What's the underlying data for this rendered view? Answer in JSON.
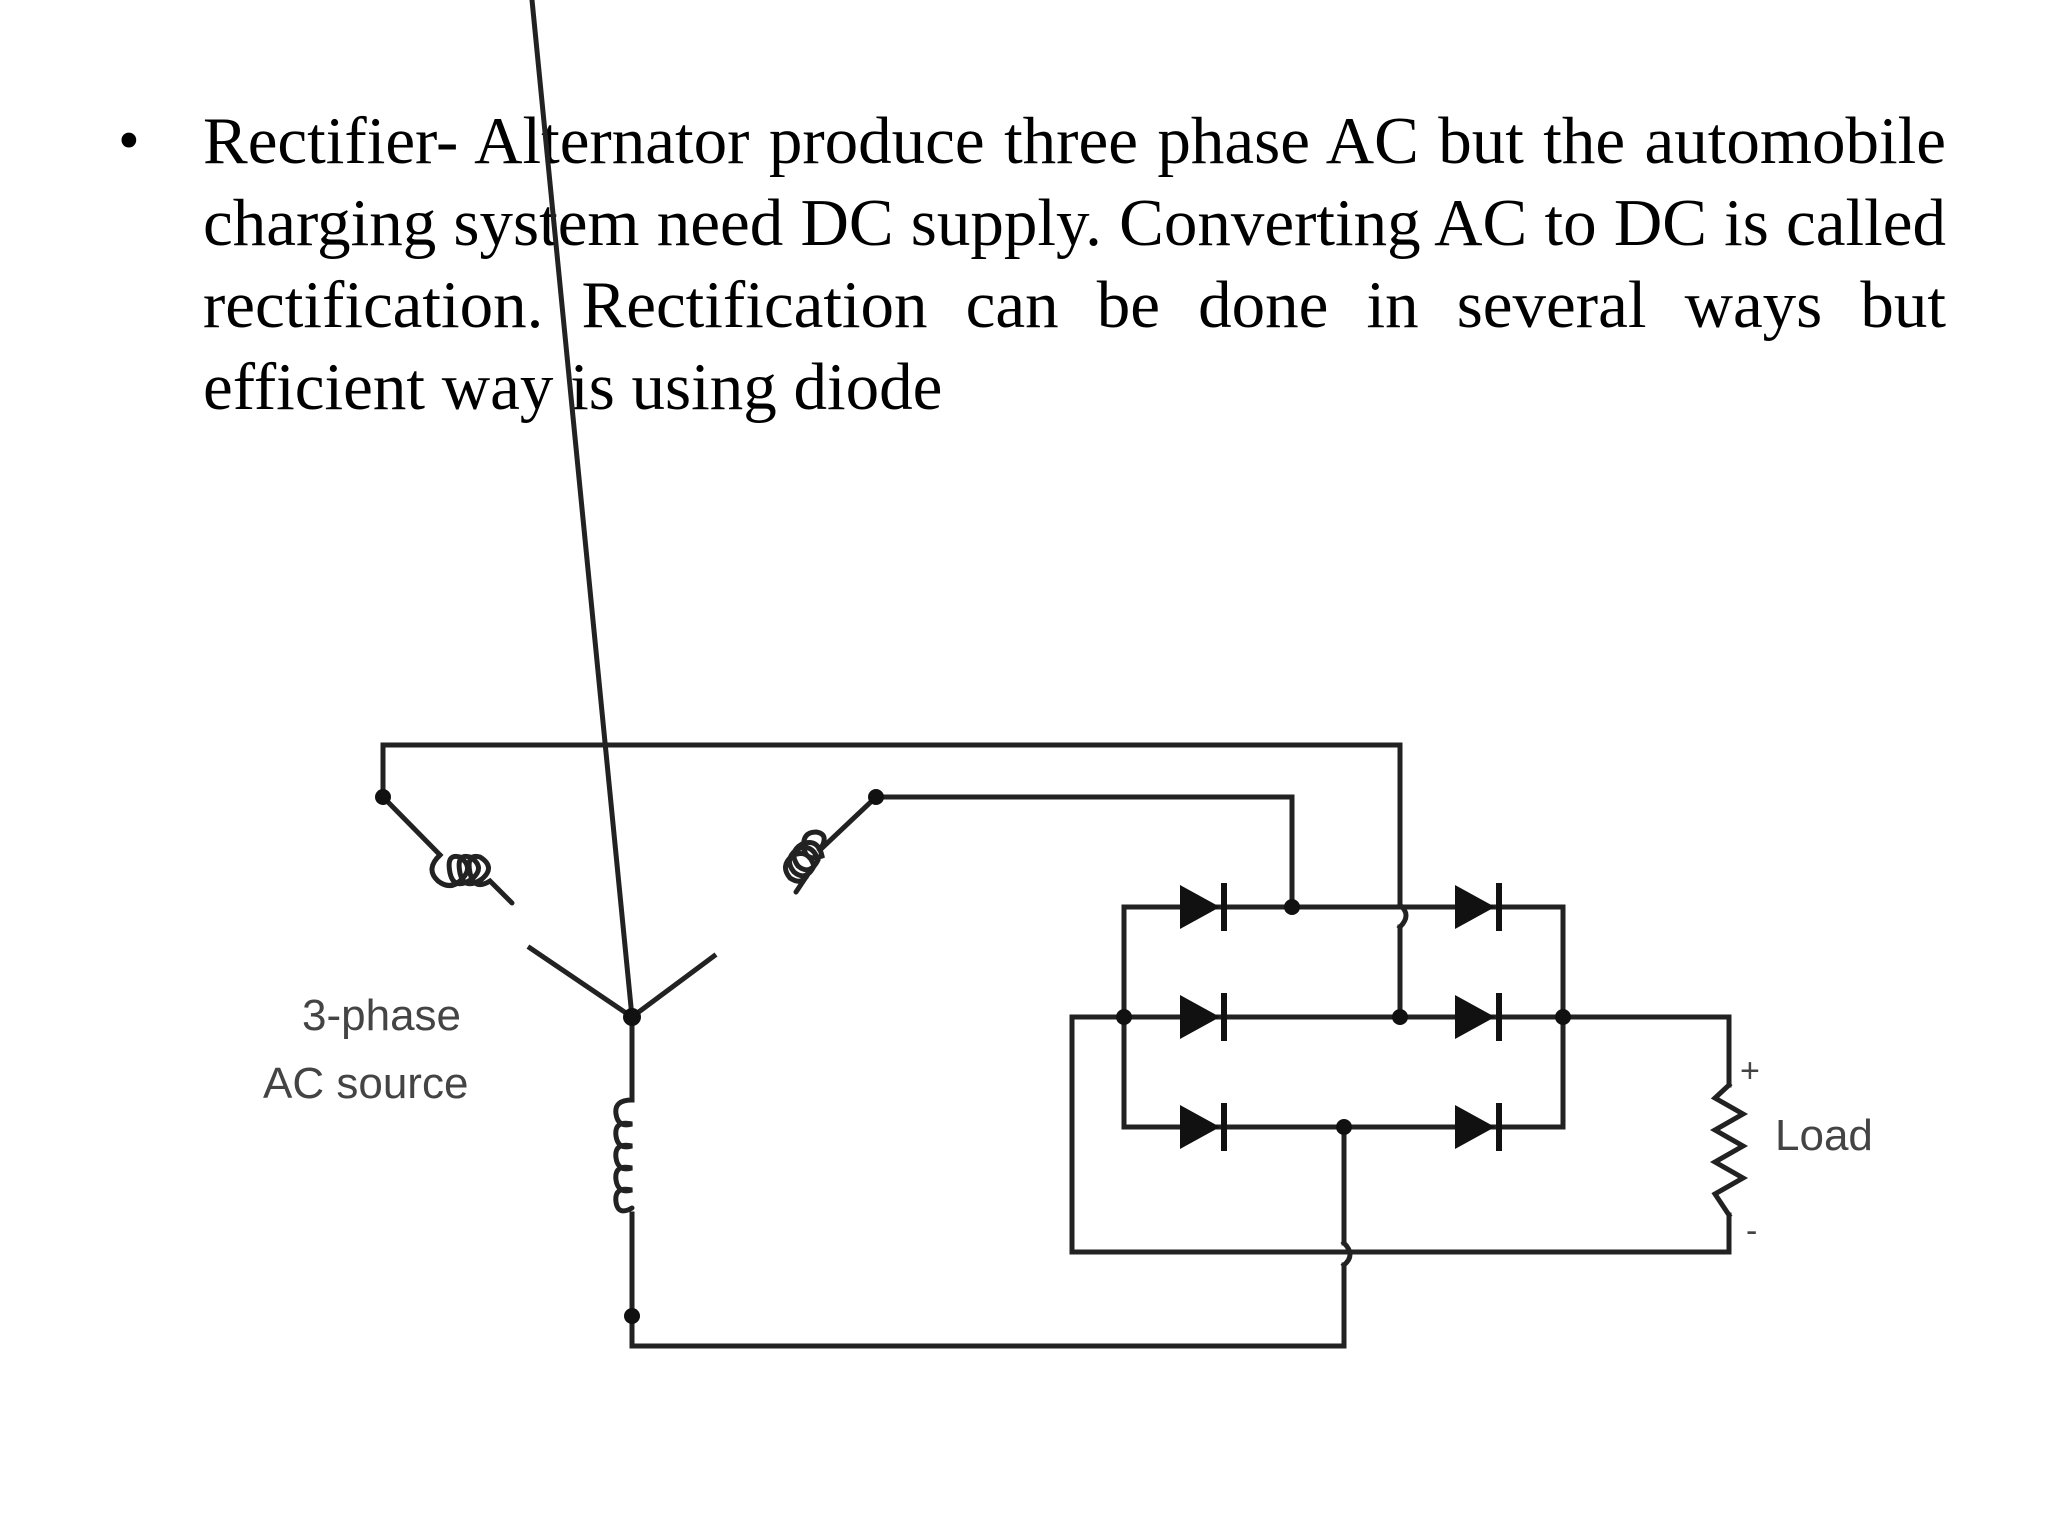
{
  "bullet": {
    "text": "Rectifier- Alternator produce three phase AC but the automobile charging system need DC supply. Converting AC to DC is called rectification. Rectification can be done in several ways but efficient way is using diode"
  },
  "diagram": {
    "source_label_line1": "3-phase",
    "source_label_line2": "AC source",
    "load_label": "Load",
    "load_plus": "+",
    "load_minus": "-"
  }
}
